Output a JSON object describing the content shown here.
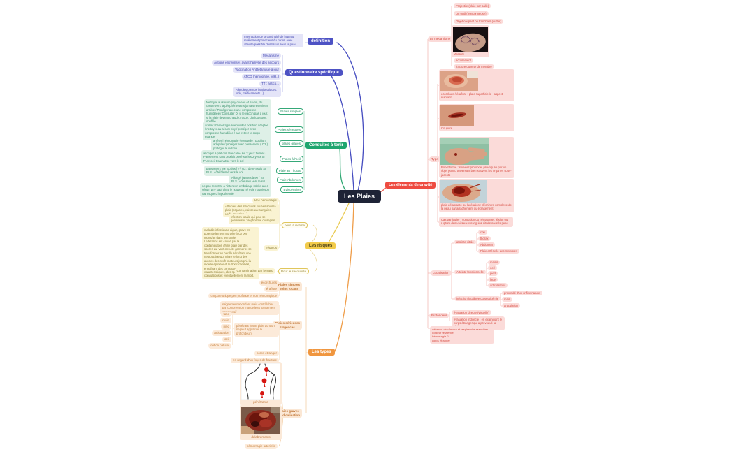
{
  "app": {
    "title": "Les Plaies"
  },
  "colors": {
    "navy": "#1e2336",
    "indigo": "#4d52c4",
    "green": "#1fa56f",
    "yellow": "#f2cb4b",
    "orange": "#f0963f",
    "red": "#ee4b40"
  },
  "definition": {
    "label": "définition",
    "text": "Interruption de la continuité de la peau, revêtement protecteur du corps, avec atteinte possible des tissus sous la peau"
  },
  "questionnaire": {
    "label": "Questionnaire spécifique",
    "items": [
      "Mécanisme",
      "Actions entreprises avant l'arrivée des secours",
      "Vaccination Antitétanique à jour",
      "ATCD (hémophilie, VIH..)",
      "TT : antico...",
      "Allergies connus (antiseptiques, iode, médicaments ..)"
    ]
  },
  "conduites": {
    "label": "Conduites à tenir",
    "items": [
      {
        "label": "Plaies simples",
        "text": "Nettoyer au sérum phy ou eau et savon, du centre vers la périphérie sans jamais revenir en arrière / Protéger avec une compresse humidifiée / Consulter Dr si le vaccin pas à jour, si la plaie devient chaude, rouge, douloureuse, gonflée"
      },
      {
        "label": "Plaies sérieuses",
        "text": "arrêter l'hémorragie éventuelle / position adaptée / nettoyer au sérum phy / protéger avec compresse humidifiée / pas retirer le corps étranger"
      },
      {
        "label": "plaies graves",
        "text": "arrêter l'hémorragie éventuelle / position adaptée / protéger avec pansement ( O2 ) protéger la victime"
      },
      {
        "label": "Plaies à l'oeil",
        "text": "allonger à plat dos tête calée les 2 yeux fermés / Pansement sans produit posé sur les 2 yeux SI PLS: oeil traumatisé vers le sol"
      },
      {
        "label": "Plaie au Thorax",
        "text": "pansement non occlusif ? / O2 / demi-assis SI PLS : côté blessé vers le sol"
      },
      {
        "label": "Plaie Abdomen",
        "text": "Allongé jambes à 90 ° SI PLS : côté sain vers le sol"
      },
      {
        "label": "Eviscération",
        "text": "ne pas remettre à l'intérieur, emballage stérile avec sérum phy sauf chez le nouveau né et le nourrisson car risque d'hypothermie"
      }
    ]
  },
  "risques": {
    "label": "Les risques",
    "victime": {
      "label": "pour la victime",
      "hemorragie": "Une hémorragie",
      "atteintes": "Atteintes des structures situées sous la plaie (organes, vaisseaux sanguins, nerfs, muscles ..)",
      "infection": "Infection locale qui peut se généraliser : septicémie ou sepsis",
      "tetanos_label": "Tétanos",
      "tetanos_text": "maladie infectieuse aiguë, grave et potentiellement mortelle (500 000 morts/an dans le monde)\nLe tétanos est causé par la contamination d'une plaie par des spores qui vont ensuite germer et se transformer en bacille sécrétant une neurotoxine qui migre le long des axones des nerfs moteurs jusqu'à la moelle épinière et le tronc cérébral, entraînant des contractures musculaires caractéristiques, des spasmes et des convulsions et éventuellement la mort."
    },
    "secouriste": {
      "label": "Pour le secouriste",
      "contamination": "Contamination par le sang"
    }
  },
  "types": {
    "label": "Les types",
    "simples": {
      "title": "Plaies simples",
      "subtitle": "soins locaux",
      "items": [
        "écorchures",
        "éraflure",
        "coupure unique peu profonde et non hémorragique"
      ]
    },
    "serieuses": {
      "title": "Plaies sérieuses",
      "subtitle": "Urgences",
      "saignement": "saignement abondant mais contrôlable par compression manuelle et pansement compressif",
      "penetrant": "pénétrant (toute plaie dont on ne peut apprécier la profondeur)",
      "penetrant_items": [
        "face",
        "main",
        "pied",
        "articulation",
        "oeil",
        "orifice naturel"
      ],
      "corps_etranger": "corps étranger",
      "fracture": "en regard d'un foyer de fracture"
    },
    "graves": {
      "title": "Plaies graves",
      "subtitle": "médicalisation",
      "caption_penetrante": "pénétrante",
      "caption_delabrements": "délabrements",
      "hemorragie": "hémorragie artérielle"
    }
  },
  "gravite": {
    "label": "Les éléments de gravité",
    "mecanisme": {
      "label": "Le mécanisme",
      "projectile": "Projectile (plaie par balle)",
      "outil": "Un outil (tronçonneuse)",
      "objet": "Objet coupant ou tranchant (cutter)",
      "morsure": "Morsure",
      "ecrasement": "écrasement",
      "fracture": "fracture ouverte de membre"
    },
    "type": {
      "label": "Type",
      "ecorchure": "écorchure / éraflure : plaie superficielle - aspect suintant",
      "coupure": "Coupure",
      "ponctiforme": "Ponctiforme : souvent profonde, provoquée par un objet pointu traversant bien souvent les organes sous-jacents",
      "delabrante": "plaie délabrante ou lacération : déchirure complexe de la peau par arrachement ou écrasement",
      "note": "Cas particulier : contusion ou hématome : lésion ou rupture des vaisseaux sanguins situés sous la peau"
    },
    "localisation": {
      "label": "Localisation",
      "vitale": {
        "label": "atteinte vitale",
        "items": [
          "cou",
          "thorax",
          "Abdomen",
          "Plaie artérielle des membres"
        ]
      },
      "fonctionnelle": {
        "label": "Atteinte fonctionnelle",
        "items": [
          "mains",
          "oeil",
          "pied",
          "face",
          "articulations"
        ]
      },
      "infection": {
        "label": "infection localisée ou septicémie",
        "items": [
          "proximité d'un orifice naturel",
          "main",
          "articulation"
        ]
      }
    },
    "profondeur": {
      "label": "Profondeur",
      "directe": "évaluation directe (visuelle)",
      "indirecte": "évaluation indirecte : en examinant le corps étranger qui a provoqué la plaie"
    },
    "note": "détresse circulatoire et respiratoire associées\ndouleur ressentie\nhémorragie ?\ncorps étranger"
  }
}
